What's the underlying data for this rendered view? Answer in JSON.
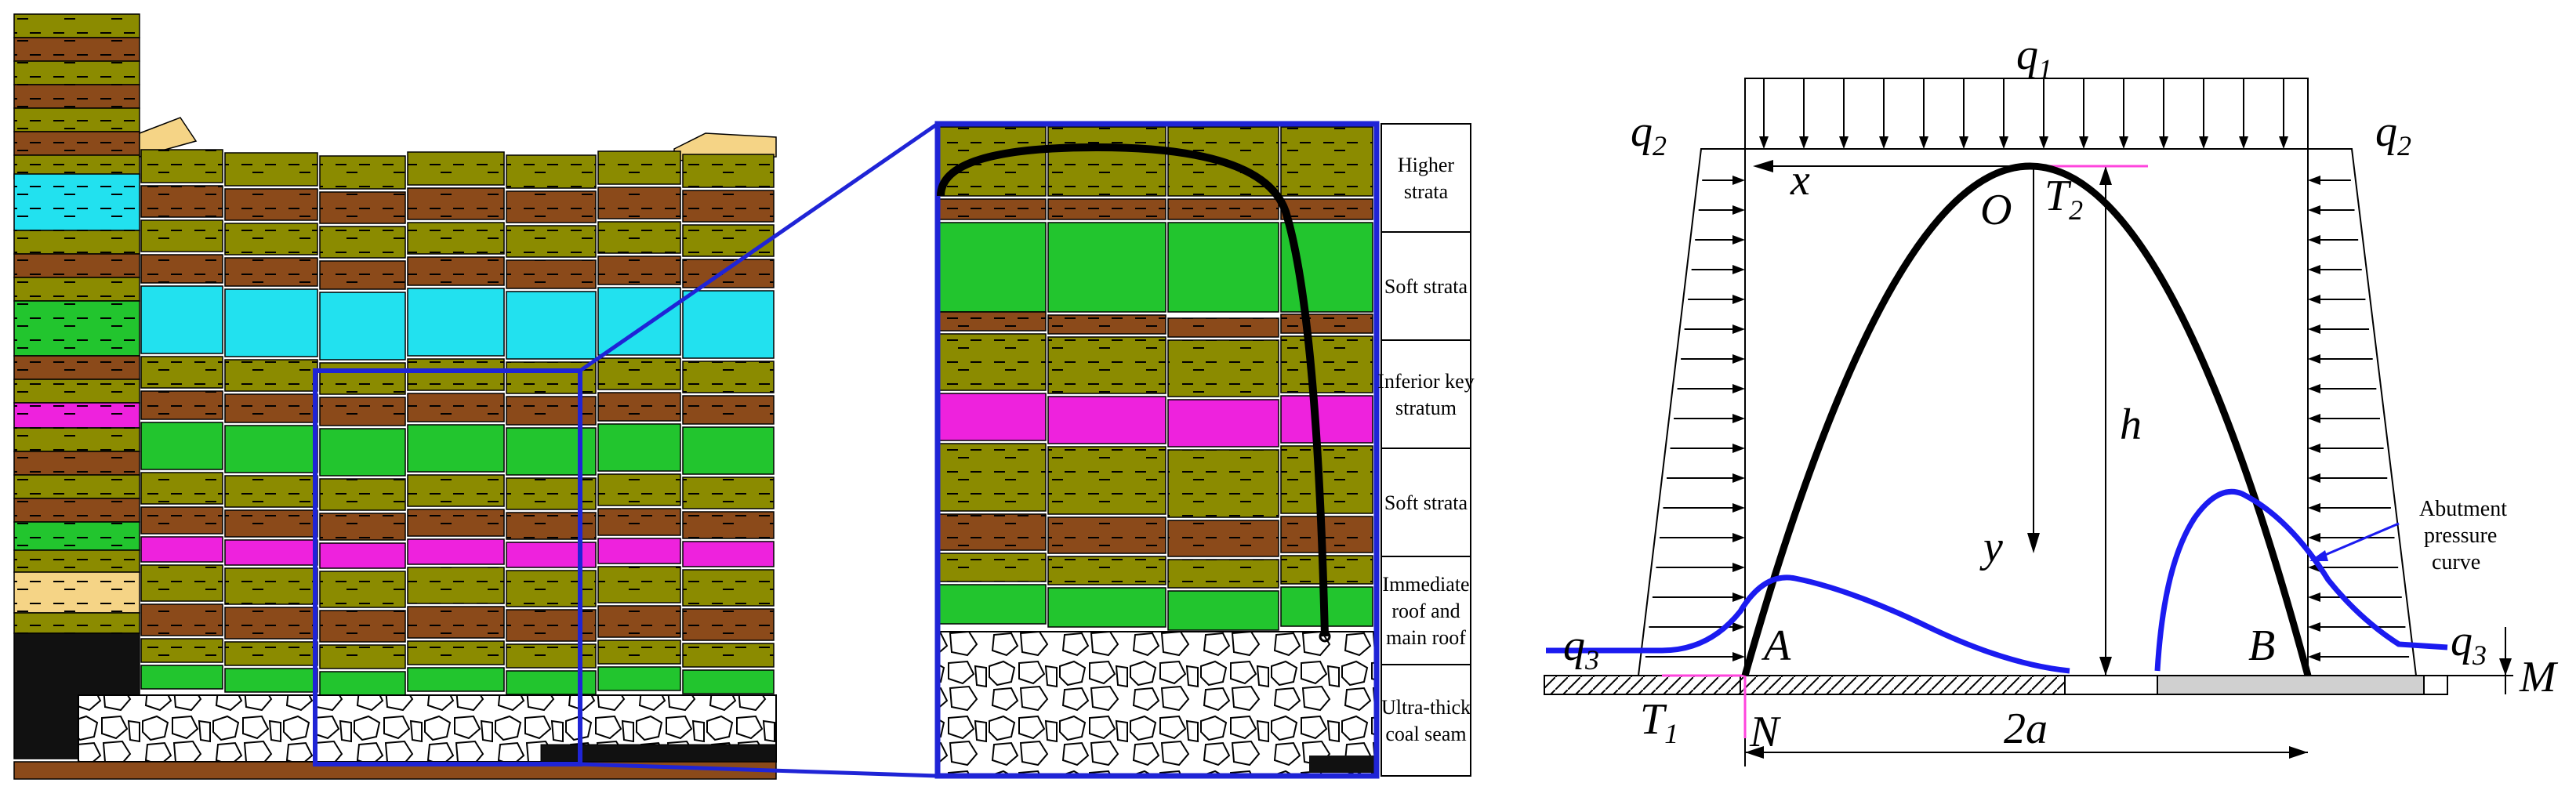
{
  "strata_labels": [
    [
      "Higher",
      "strata"
    ],
    [
      "Soft strata"
    ],
    [
      "Inferior key",
      "stratum"
    ],
    [
      "Soft strata"
    ],
    [
      "Immediate",
      "roof and",
      "main roof"
    ],
    [
      "Ultra-thick",
      "coal seam"
    ]
  ],
  "symbols": {
    "q": "q",
    "one": "1",
    "two": "2",
    "three": "3",
    "x": "x",
    "y": "y",
    "O": "O",
    "T": "T",
    "h": "h",
    "A": "A",
    "B": "B",
    "N": "N",
    "M": "M",
    "twoa": "2a"
  },
  "annotation": [
    "Abutment",
    "pressure",
    "curve"
  ],
  "colors": {
    "olive": "#8b8b00",
    "brown": "#8b4a1a",
    "cyan": "#22e1ef",
    "green": "#22c52e",
    "magenta": "#ee22dd",
    "blue": "#1f24d6",
    "gob": "#f5d486",
    "curve_blue": "#1b1bf0",
    "pink": "#ff44dd"
  }
}
